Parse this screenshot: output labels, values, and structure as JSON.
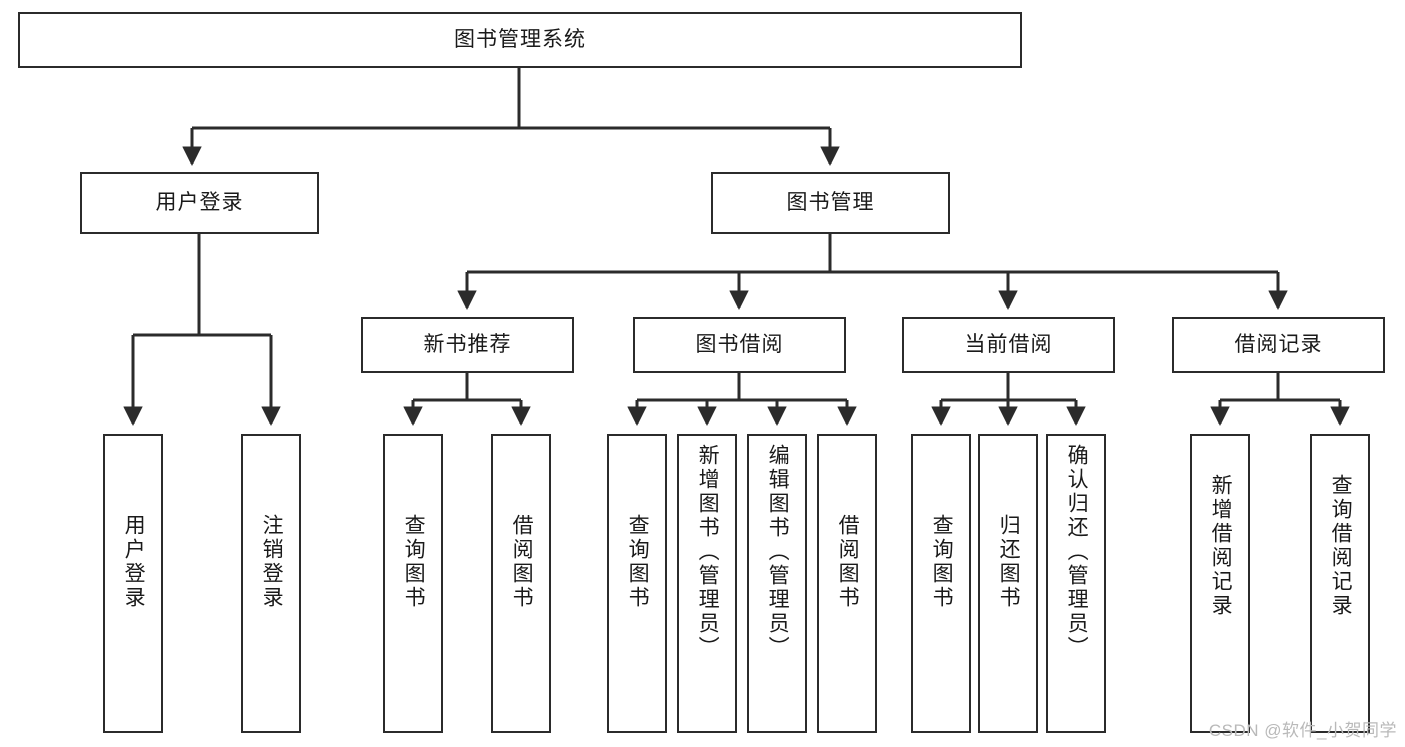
{
  "diagram": {
    "title": "图书管理系统",
    "type": "tree",
    "watermark": "CSDN @软件_小贺同学",
    "colors": {
      "stroke": "#2b2b2b",
      "fill": "#ffffff",
      "text": "#1a1a1a",
      "watermark": "#b9b9b9"
    },
    "nodes": {
      "root": {
        "label": "图书管理系统",
        "orientation": "horizontal"
      },
      "level1": [
        {
          "id": "user-login",
          "label": "用户登录",
          "orientation": "horizontal"
        },
        {
          "id": "book-manage",
          "label": "图书管理",
          "orientation": "horizontal"
        }
      ],
      "level2": [
        {
          "id": "new-book-rec",
          "label": "新书推荐",
          "orientation": "horizontal"
        },
        {
          "id": "book-borrow",
          "label": "图书借阅",
          "orientation": "horizontal"
        },
        {
          "id": "current-borrow",
          "label": "当前借阅",
          "orientation": "horizontal"
        },
        {
          "id": "borrow-record",
          "label": "借阅记录",
          "orientation": "horizontal"
        }
      ],
      "leaves": [
        {
          "id": "leaf-user-login",
          "label": "用户登录",
          "parent": "user-login"
        },
        {
          "id": "leaf-logout-login",
          "label": "注销登录",
          "parent": "user-login"
        },
        {
          "id": "leaf-query-book-1",
          "label": "查询图书",
          "parent": "new-book-rec"
        },
        {
          "id": "leaf-borrow-book-1",
          "label": "借阅图书",
          "parent": "new-book-rec"
        },
        {
          "id": "leaf-query-book-2",
          "label": "查询图书",
          "parent": "book-borrow"
        },
        {
          "id": "leaf-add-book",
          "label": "新增图书（管理员）",
          "parent": "book-borrow"
        },
        {
          "id": "leaf-edit-book",
          "label": "编辑图书（管理员）",
          "parent": "book-borrow"
        },
        {
          "id": "leaf-borrow-book-2",
          "label": "借阅图书",
          "parent": "book-borrow"
        },
        {
          "id": "leaf-query-book-3",
          "label": "查询图书",
          "parent": "current-borrow"
        },
        {
          "id": "leaf-return-book",
          "label": "归还图书",
          "parent": "current-borrow"
        },
        {
          "id": "leaf-confirm-return",
          "label": "确认归还（管理员）",
          "parent": "current-borrow"
        },
        {
          "id": "leaf-add-record",
          "label": "新增借阅记录",
          "parent": "borrow-record"
        },
        {
          "id": "leaf-query-record",
          "label": "查询借阅记录",
          "parent": "borrow-record"
        }
      ]
    }
  }
}
